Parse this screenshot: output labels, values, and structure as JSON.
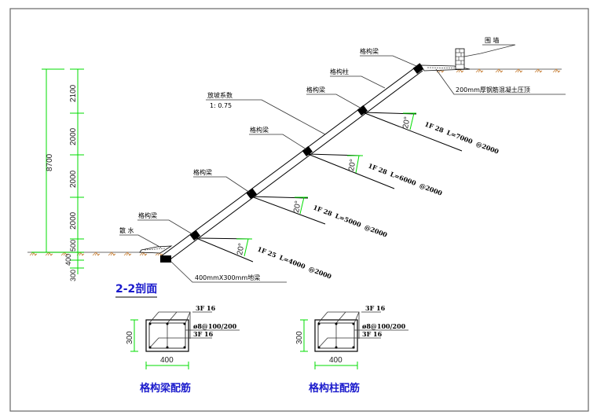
{
  "drawing": {
    "section_title": "2-2剖面",
    "slope_label": "放坡系数",
    "slope_ratio": "1: 0.75",
    "fence_label": "围  墙",
    "top_slab_label": "200mm厚钢筋混凝土压顶",
    "toe_beam_label": "400mmX300mm地梁",
    "drain_label": "散  水",
    "beam_labels": [
      "格构梁",
      "格构梁",
      "格构梁",
      "格构梁",
      "格构梁"
    ],
    "column_label": "格构柱",
    "anchor_angle": "20°",
    "anchors": [
      {
        "bar": "1F 28",
        "length": "L=7000",
        "spacing": "@2000"
      },
      {
        "bar": "1F 28",
        "length": "L=6000",
        "spacing": "@2000"
      },
      {
        "bar": "1F 28",
        "length": "L=5000",
        "spacing": "@2000"
      },
      {
        "bar": "1F 25",
        "length": "L=4000",
        "spacing": "@2000"
      }
    ],
    "dimensions": {
      "total_height": "8700",
      "segments": [
        "2100",
        "2000",
        "2000",
        "2000",
        "500",
        "400",
        "300"
      ]
    }
  },
  "details": [
    {
      "title": "格构梁配筋",
      "top_bars": "3F 16",
      "stirrup": "ø8@100/200",
      "bottom_bars": "3F 16",
      "width": "400",
      "height": "300"
    },
    {
      "title": "格构柱配筋",
      "top_bars": "3F 16",
      "stirrup": "ø8@100/200",
      "bottom_bars": "3F 16",
      "width": "400",
      "height": "300"
    }
  ]
}
